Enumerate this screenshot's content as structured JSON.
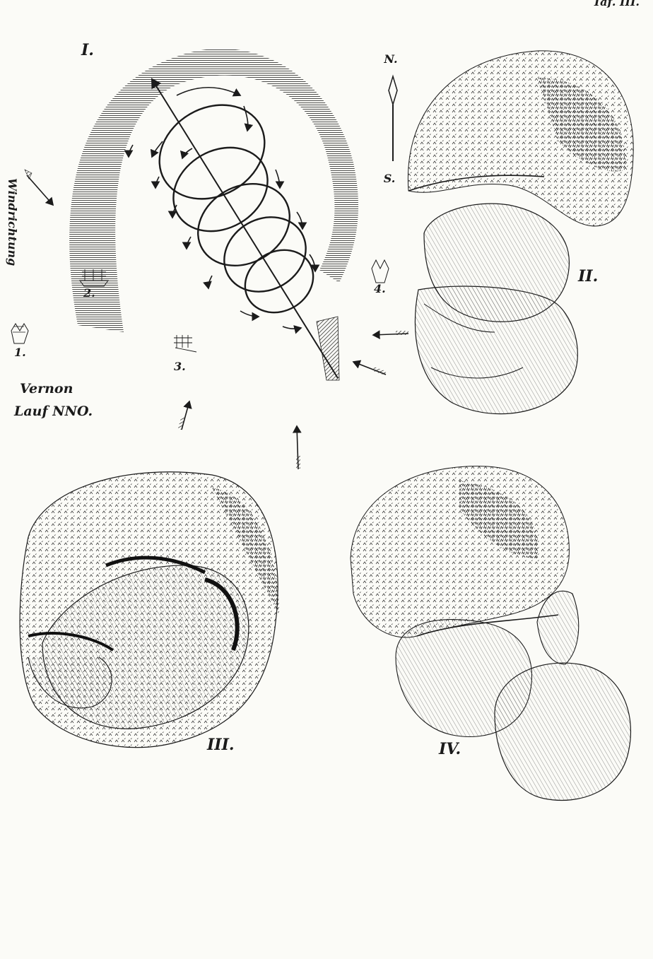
{
  "plate_number": "Taf. III.",
  "figures": {
    "fig1": {
      "label": "I."
    },
    "fig2": {
      "label": "II."
    },
    "fig3": {
      "label": "III."
    },
    "fig4": {
      "label": "IV."
    }
  },
  "compass": {
    "north": "N.",
    "south": "S."
  },
  "wind_label": "Windrichtung",
  "ships": [
    {
      "number": "1."
    },
    {
      "number": "2."
    },
    {
      "number": "3."
    },
    {
      "number": "4."
    }
  ],
  "caption": {
    "line1": "Vernon",
    "line2": "Lauf NNO."
  },
  "colors": {
    "ink": "#1b1b1b",
    "paper": "#fbfbf7",
    "hatch": "#3a3a3a"
  }
}
